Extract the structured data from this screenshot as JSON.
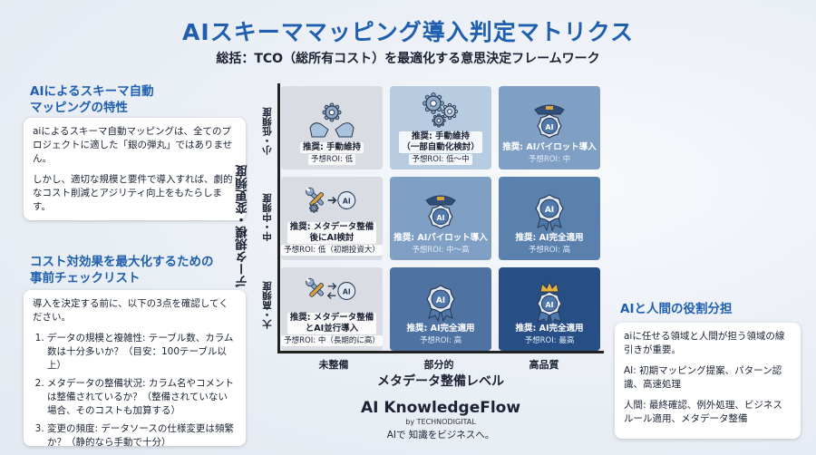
{
  "title": "AIスキーママッピング導入判定マトリクス",
  "subtitle": "総括：TCO（総所有コスト）を最適化する意思決定フレームワーク",
  "left_top": {
    "heading_line1": "AIによるスキーマ自動",
    "heading_line2": "マッピングの特性",
    "para1": "aiによるスキーマ自動マッピングは、全てのプロジェクトに適した「銀の弾丸」ではありません。",
    "para2": "しかし、適切な規模と要件で導入すれば、劇的なコスト削減とアジリティ向上をもたらします。"
  },
  "left_bottom": {
    "heading_line1": "コスト対効果を最大化するための",
    "heading_line2": "事前チェックリスト",
    "intro": "導入を決定する前に、以下の3点を確認してください。",
    "items": [
      "データの規模と複雑性: テーブル数、カラム数は十分多いか？（目安：100テーブル以上）",
      "メタデータの整備状況: カラム名やコメントは整備されているか？（整備されていない場合、そのコストも加算する）",
      "変更の頻度: データソースの仕様変更は頻繁か？（静的なら手動で十分）"
    ]
  },
  "right_bottom": {
    "heading": "AIと人間の役割分担",
    "para1": "aiに任せる領域と人間が担う領域の線引きが重要。",
    "para2": "AI: 初期マッピング提案、パターン認識、高速処理",
    "para3": "人間: 最終確認、例外処理、ビジネスルール適用、メタデータ整備"
  },
  "matrix": {
    "y_label": "データ規模・変更頻度",
    "y_ticks": [
      "小・低頻度",
      "中・中頻度",
      "大・高頻度"
    ],
    "x_label": "メタデータ整備レベル",
    "x_ticks": [
      "未整備",
      "部分的",
      "高品質"
    ],
    "cells": [
      {
        "label": "推奨: 手動維持",
        "roi": "予想ROI: 低",
        "icon": "hands-gear-icon",
        "color": "#d9dde3"
      },
      {
        "label": "推奨: 手動維持\n（一部自動化検討）",
        "roi": "予想ROI: 低～中",
        "icon": "gears-icon",
        "color": "#b7cbe1"
      },
      {
        "label": "推奨: AIパイロット導入",
        "roi": "予想ROI: 中",
        "icon": "ai-pilot-icon",
        "color": "#7f9fc4"
      },
      {
        "label": "推奨: メタデータ整備\n後にAI検討",
        "roi": "予想ROI: 低（初期投資大）",
        "icon": "tools-to-ai-icon",
        "color": "#d9dde3"
      },
      {
        "label": "推奨: AIパイロット導入",
        "roi": "予想ROI: 中～高",
        "icon": "ai-pilot-icon",
        "color": "#7f9fc4"
      },
      {
        "label": "推奨: AI完全適用",
        "roi": "予想ROI: 高",
        "icon": "ai-badge-icon",
        "color": "#5a80ae"
      },
      {
        "label": "推奨: メタデータ整備\nとAI並行導入",
        "roi": "予想ROI: 中（長期的に高）",
        "icon": "tools-ai-cycle-icon",
        "color": "#d9dde3"
      },
      {
        "label": "推奨: AI完全適用",
        "roi": "予想ROI: 高",
        "icon": "ai-badge-icon",
        "color": "#4e73a2"
      },
      {
        "label": "推奨: AI完全適用",
        "roi": "予想ROI: 最高",
        "icon": "ai-crown-icon",
        "color": "#284f85"
      }
    ]
  },
  "brand": {
    "name": "AI KnowledgeFlow",
    "by": "by TECHNODIGITAL",
    "tagline": "AIで 知識をビジネスへ。"
  },
  "colors": {
    "title": "#1f5fae",
    "heading": "#1f5fae"
  }
}
